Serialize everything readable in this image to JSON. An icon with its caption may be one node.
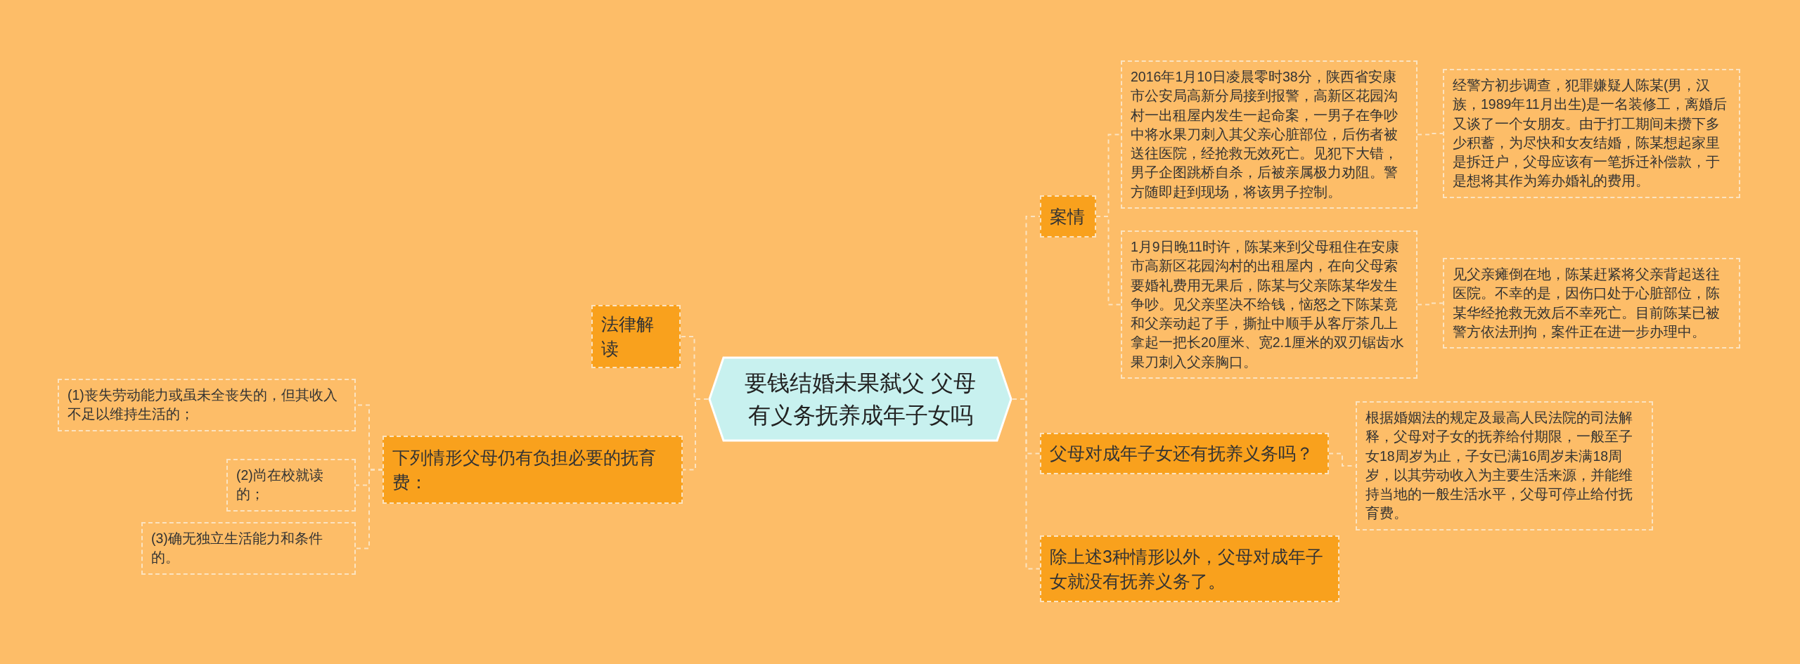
{
  "diagram": {
    "nodes": [
      {
        "text": [
          "要钱结婚未果弑父 父母有义务抚养成年子女吗"
        ]
      },
      {
        "text": [
          "案情"
        ]
      },
      {
        "text": [
          "2016年1月10日凌晨零时38分，陕西省安康市公安局高新分局接到报警，高新区花园沟村一出租屋内发生一起命案，一男子在争吵中将水果刀刺入其父亲心脏部位，后伤者被送往医院，经抢救无效死亡。见犯下大错，男子企图跳桥自杀，后被亲属极力劝阻。警方随即赶到现场，将该男子控制。"
        ]
      },
      {
        "text": [
          "经警方初步调查，犯罪嫌疑人陈某(男，汉族，1989年11月出生)是一名装修工，离婚后又谈了一个女朋友。由于打工期间未攒下多少积蓄，为尽快和女友结婚，陈某想起家里是拆迁户，父母应该有一笔拆迁补偿款，于是想将其作为筹办婚礼的费用。"
        ]
      },
      {
        "text": [
          "1月9日晚11时许，陈某来到父母租住在安康市高新区花园沟村的出租屋内，在向父母索要婚礼费用无果后，陈某与父亲陈某华发生争吵。见父亲坚决不给钱，恼怒之下陈某竟和父亲动起了手，撕扯中顺手从客厅茶几上拿起一把长20厘米、宽2.1厘米的双刃锯齿水果刀刺入父亲胸口。"
        ]
      },
      {
        "text": [
          "见父亲瘫倒在地，陈某赶紧将父亲背起送往医院。不幸的是，因伤口处于心脏部位，陈某华经抢救无效后不幸死亡。目前陈某已被警方依法刑拘，案件正在进一步办理中。"
        ]
      },
      {
        "text": [
          "父母对成年子女还有抚养义务吗？"
        ]
      },
      {
        "text": [
          "根据婚姻法的规定及最高人民法院的司法解释，父母对子女的抚养给付期限，一般至子女18周岁为止，子女已满16周岁未满18周岁，以其劳动收入为主要生活来源，并能维持当地的一般生活水平，父母可停止给付抚育费。"
        ]
      },
      {
        "text": [
          "除上述3种情形以外，父母对成年子女就没有抚养义务了。"
        ]
      },
      {
        "text": [
          "法律解读"
        ]
      },
      {
        "text": [
          "下列情形父母仍有负担必要的抚育费："
        ]
      },
      {
        "text": [
          "(1)丧失劳动能力或虽未全丧失的，但其收入不足以维持生活的；"
        ]
      },
      {
        "text": [
          "(2)尚在校就读的；"
        ]
      },
      {
        "text": [
          "(3)确无独立生活能力和条件的。"
        ]
      }
    ],
    "edges": [
      {
        "from": 0,
        "to": 1,
        "arrow": "none"
      },
      {
        "from": 1,
        "to": 2,
        "arrow": "none"
      },
      {
        "from": 1,
        "to": 4,
        "arrow": "none"
      },
      {
        "from": 2,
        "to": 3,
        "arrow": "none"
      },
      {
        "from": 4,
        "to": 5,
        "arrow": "none"
      },
      {
        "from": 0,
        "to": 6,
        "arrow": "none"
      },
      {
        "from": 6,
        "to": 7,
        "arrow": "none"
      },
      {
        "from": 0,
        "to": 8,
        "arrow": "none"
      },
      {
        "from": 0,
        "to": 9,
        "arrow": "none"
      },
      {
        "from": 0,
        "to": 10,
        "arrow": "none"
      },
      {
        "from": 10,
        "to": 11,
        "arrow": "none"
      },
      {
        "from": 10,
        "to": 12,
        "arrow": "none"
      },
      {
        "from": 10,
        "to": 13,
        "arrow": "none"
      }
    ]
  }
}
